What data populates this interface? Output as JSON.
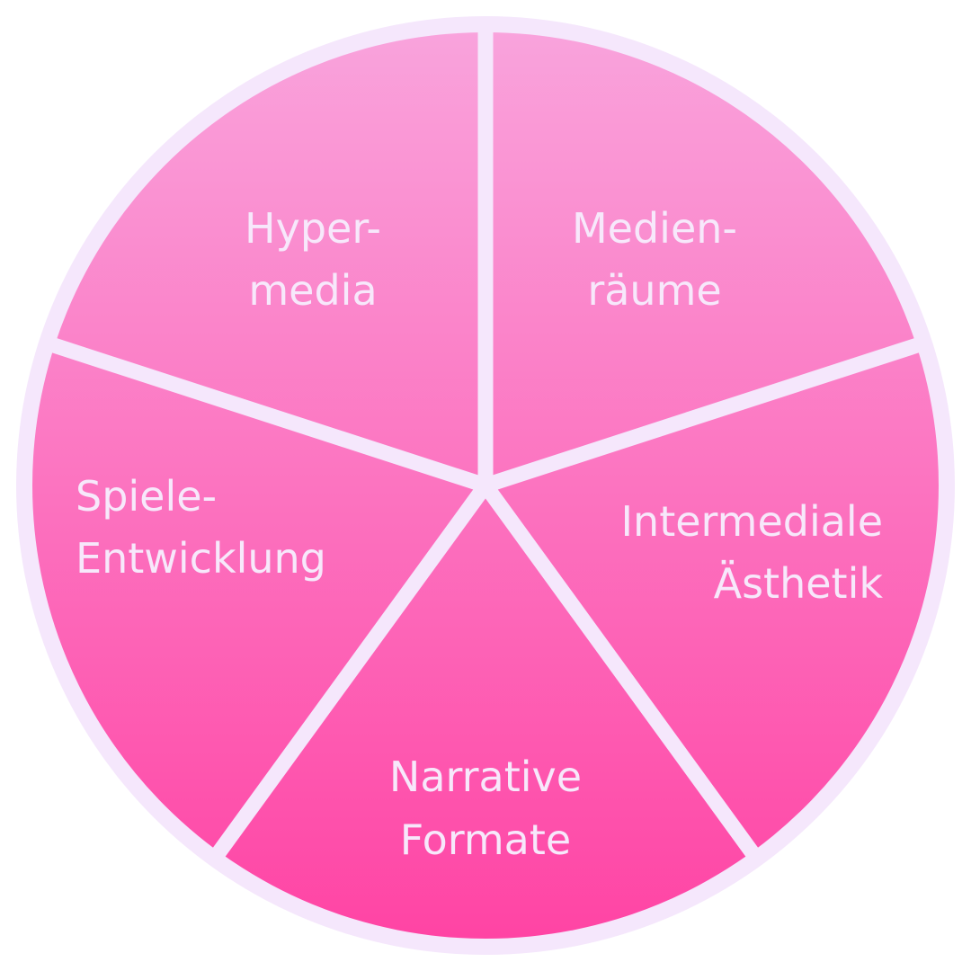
{
  "diagram": {
    "type": "pie",
    "colors": {
      "ring": "#f5e7fc",
      "slice_top": "#f9a3dc",
      "slice_bottom": "#ff44a4",
      "label": "#f7e8fb"
    },
    "segments": [
      {
        "lines": [
          "Medien-",
          "räume"
        ],
        "share": 0.2
      },
      {
        "lines": [
          "Intermediale",
          "Ästhetik"
        ],
        "share": 0.2
      },
      {
        "lines": [
          "Narrative",
          "Formate"
        ],
        "share": 0.2
      },
      {
        "lines": [
          "Spiele-",
          "Entwicklung"
        ],
        "share": 0.2
      },
      {
        "lines": [
          "Hyper-",
          "media"
        ],
        "share": 0.2
      }
    ]
  },
  "chart_data": {
    "type": "pie",
    "categories": [
      "Medienräume",
      "Intermediale Ästhetik",
      "Narrative Formate",
      "Spiele-Entwicklung",
      "Hypermedia"
    ],
    "values": [
      20,
      20,
      20,
      20,
      20
    ],
    "title": "",
    "legend": "none"
  }
}
